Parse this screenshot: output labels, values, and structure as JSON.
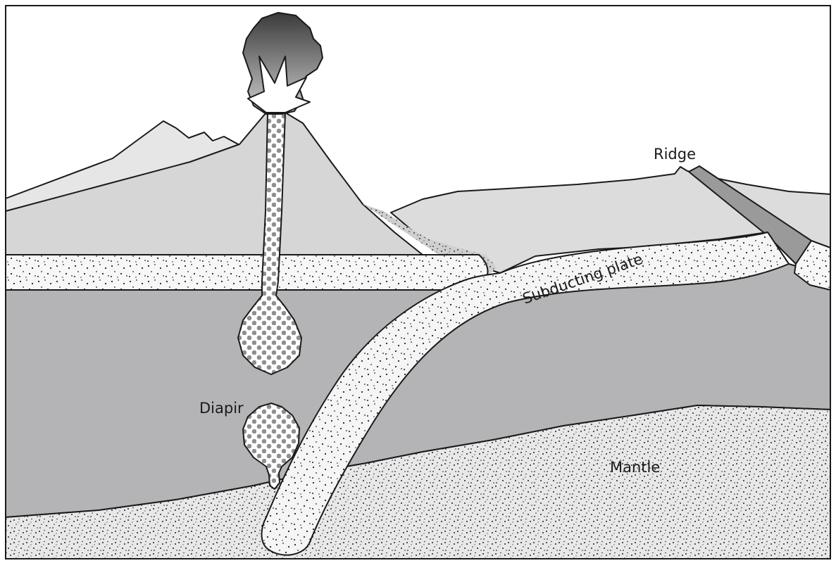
{
  "labels": {
    "ridge": "Ridge",
    "subducting_plate": "Subducting plate",
    "diapir": "Diapir",
    "mantle": "Mantle"
  },
  "colors": {
    "sky": "#ffffff",
    "far_mountains": "#e6e6e6",
    "volcano_cone": "#d6d6d6",
    "ridge_hills": "#dcdcdc",
    "crust_layer": "#f7f7f7",
    "lithosphere": "#b4b4b6",
    "mantle": "#e8e8e8",
    "plate": "#f5f5f5",
    "magma_dots": "#8f8f8f",
    "ash_cloud_top": "#3a3a3a",
    "ash_cloud_bottom": "#cfcfcf",
    "ridge_wedge": "#9a9a9a",
    "outline": "#1a1a1a"
  }
}
